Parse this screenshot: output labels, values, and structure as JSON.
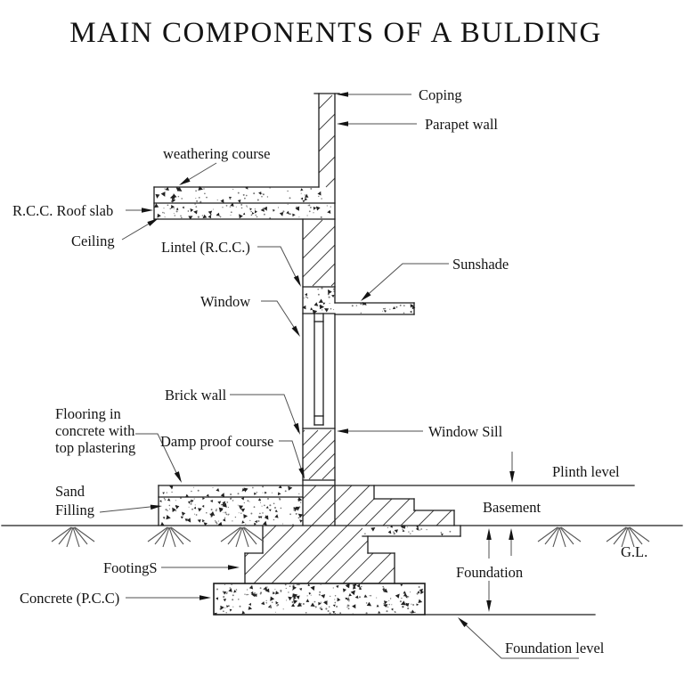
{
  "title": "MAIN COMPONENTS OF A BULDING",
  "labels": {
    "coping": "Coping",
    "parapet_wall": "Parapet wall",
    "weathering_course": "weathering course",
    "roof_slab": "R.C.C. Roof slab",
    "ceiling": "Ceiling",
    "lintel": "Lintel (R.C.C.)",
    "sunshade": "Sunshade",
    "window": "Window",
    "brick_wall": "Brick wall",
    "flooring_line1": "Flooring in",
    "flooring_line2": "concrete with",
    "flooring_line3": "top plastering",
    "damp_proof_course": "Damp proof course",
    "window_sill": "Window Sill",
    "plinth_level": "Plinth level",
    "sand_line1": "Sand",
    "sand_line2": "Filling",
    "basement": "Basement",
    "ground_level": "G.L.",
    "footings": "FootingS",
    "foundation": "Foundation",
    "concrete_pcc": "Concrete (P.C.C)",
    "foundation_level": "Foundation level"
  },
  "colors": {
    "ink": "#141414",
    "paper": "#ffffff"
  }
}
